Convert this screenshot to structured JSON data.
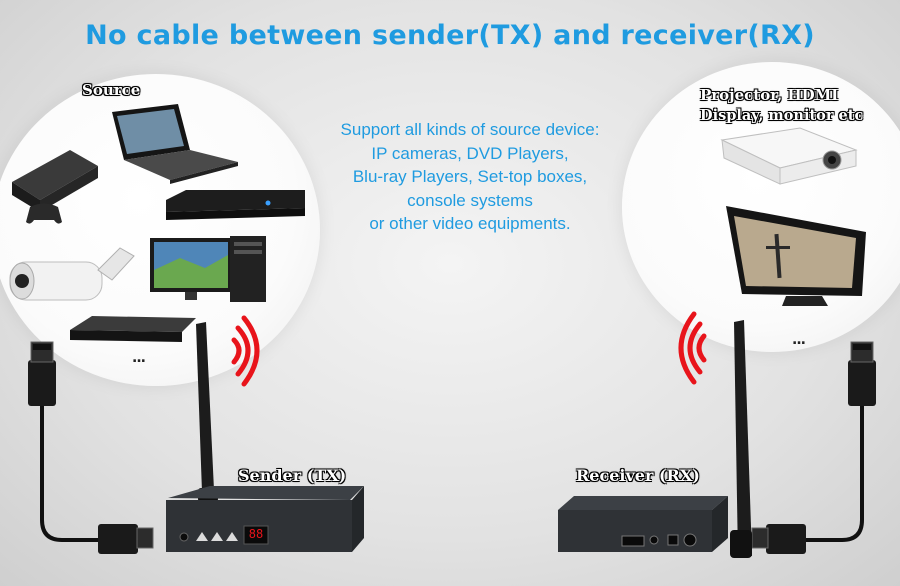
{
  "headline": "No cable between sender(TX) and receiver(RX)",
  "source_label": "Source",
  "display_label_line1": "Projector, HDMI",
  "display_label_line2": "Display, monitor etc",
  "support_lines": [
    "Support all kinds of source device:",
    "IP cameras, DVD Players,",
    "Blu-ray Players, Set-top boxes,",
    "console systems",
    "or other video equipments."
  ],
  "sender_label": "Sender (TX)",
  "receiver_label": "Receiver (RX)",
  "sender_display": "88",
  "ellipsis": "...",
  "colors": {
    "headline": "#1f9be0",
    "signal": "#e8141b",
    "device": "#2f3236"
  }
}
